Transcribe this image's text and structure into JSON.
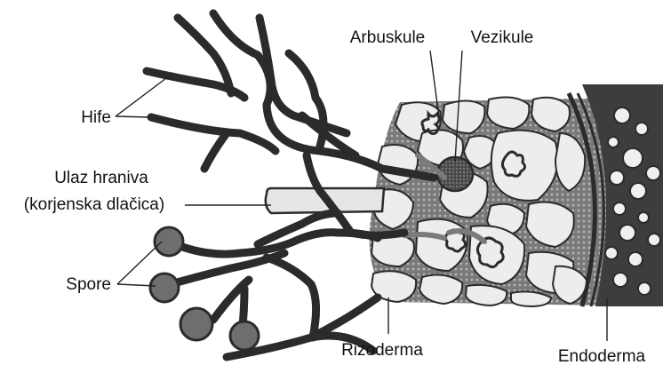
{
  "labels": {
    "hife": "Hife",
    "ulaz_line1": "Ulaz hraniva",
    "ulaz_line2": "(korjenska dlačica)",
    "spore": "Spore",
    "arbuskule": "Arbuskule",
    "vezikule": "Vezikule",
    "rizoderma": "Rizoderma",
    "endoderma": "Endoderma"
  },
  "colors": {
    "outline": "#2b2b2b",
    "cell_fill": "#ededed",
    "spore_fill": "#6e6e6e",
    "vesicle_fill": "#5a5a5a",
    "cortex_matrix": "#7a7a7a",
    "stele_fill": "#3d3d3d"
  }
}
